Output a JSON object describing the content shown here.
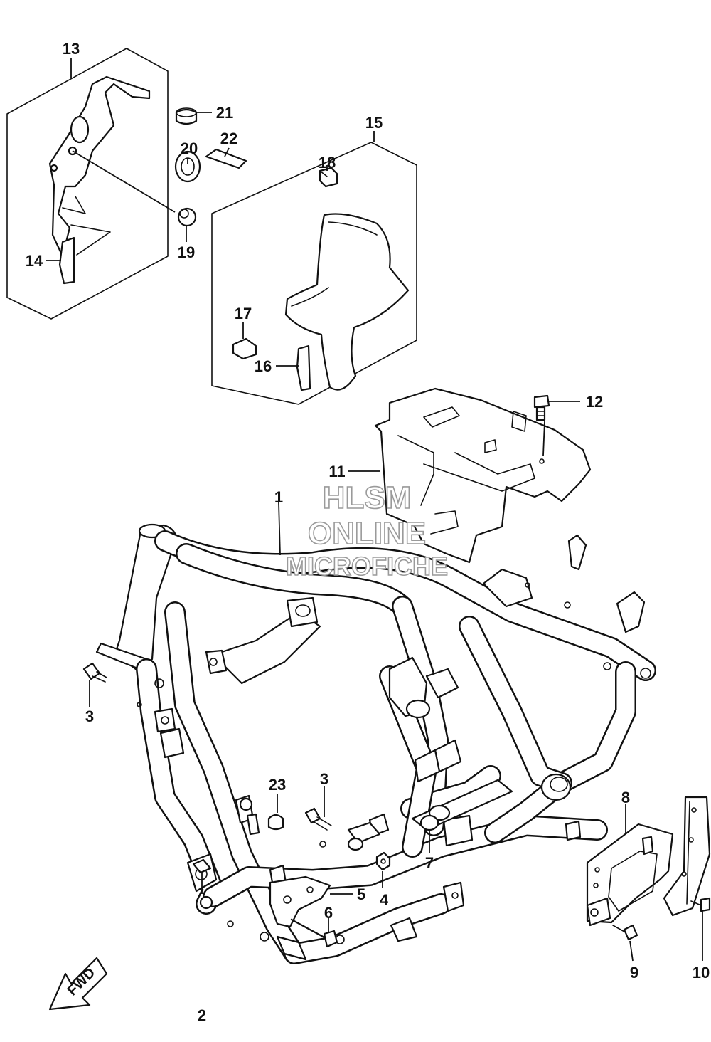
{
  "watermark": {
    "line1": "HLSM",
    "line2": "ONLINE",
    "line3": "MICROFICHE"
  },
  "fwd_label": "FWD",
  "callouts": {
    "c1": "1",
    "c2": "2",
    "c3a": "3",
    "c3b": "3",
    "c4": "4",
    "c5": "5",
    "c6": "6",
    "c7": "7",
    "c8": "8",
    "c9": "9",
    "c10": "10",
    "c11": "11",
    "c12": "12",
    "c13": "13",
    "c14": "14",
    "c15": "15",
    "c16": "16",
    "c17": "17",
    "c18": "18",
    "c19": "19",
    "c20": "20",
    "c21": "21",
    "c22": "22",
    "c23": "23"
  }
}
